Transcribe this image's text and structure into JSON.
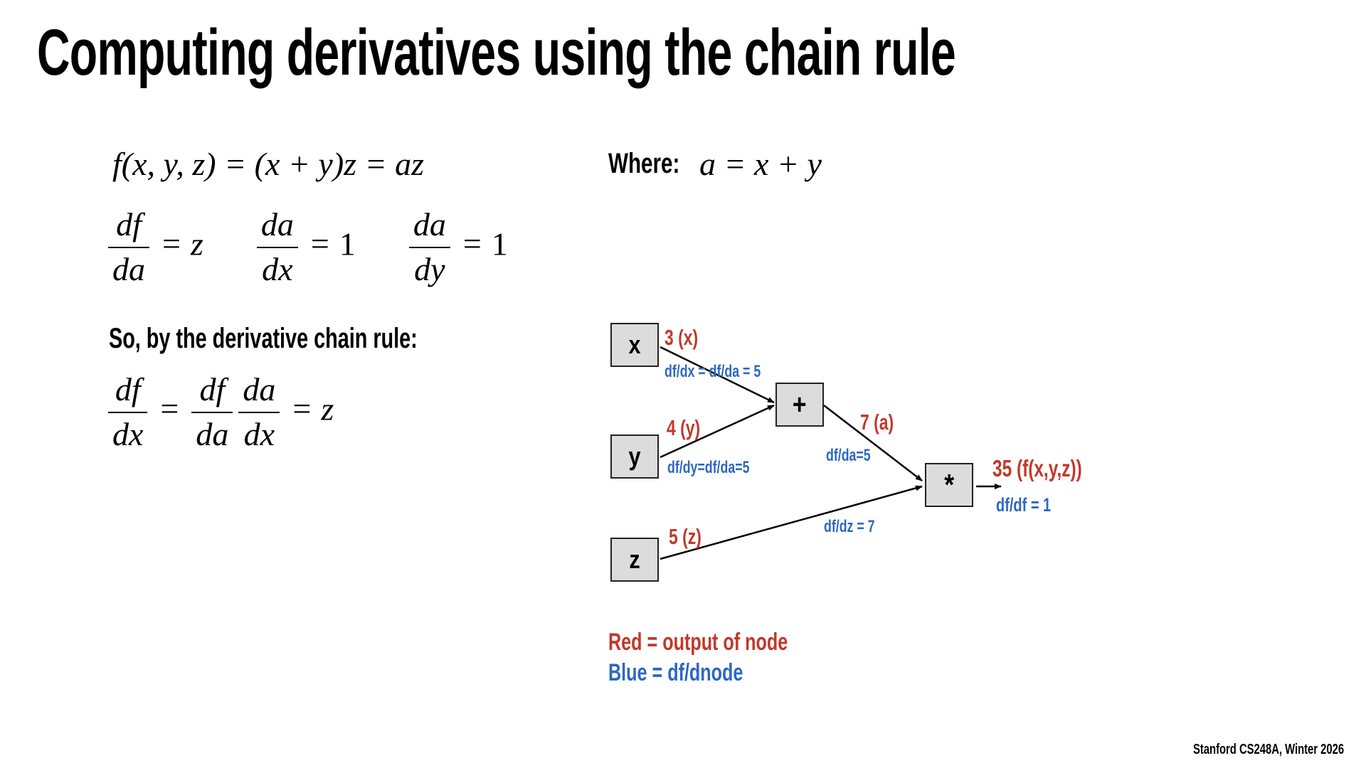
{
  "slide": {
    "title": "Computing derivatives using the chain rule",
    "footer": "Stanford CS248A, Winter 2026"
  },
  "equations": {
    "function_def": "f(x, y, z) = (x + y)z = az",
    "where_label": "Where:",
    "where_eq": "a = x + y",
    "partials": [
      {
        "num": "df",
        "den": "da",
        "rhs": "z"
      },
      {
        "num": "da",
        "den": "dx",
        "rhs": "1"
      },
      {
        "num": "da",
        "den": "dy",
        "rhs": "1"
      }
    ],
    "chain_rule_label": "So, by the derivative chain rule:",
    "chain_rule": {
      "lhs": {
        "num": "df",
        "den": "dx"
      },
      "factors": [
        {
          "num": "df",
          "den": "da"
        },
        {
          "num": "da",
          "den": "dx"
        }
      ],
      "rhs": "z"
    }
  },
  "graph": {
    "nodes": [
      {
        "id": "x",
        "label": "x"
      },
      {
        "id": "y",
        "label": "y"
      },
      {
        "id": "z",
        "label": "z"
      },
      {
        "id": "plus",
        "label": "+"
      },
      {
        "id": "mul",
        "label": "*"
      }
    ],
    "edges": [
      {
        "from": "x",
        "to": "plus",
        "value": "3 (x)",
        "grad": "df/dx = df/da = 5"
      },
      {
        "from": "y",
        "to": "plus",
        "value": "4 (y)",
        "grad": "df/dy=df/da=5"
      },
      {
        "from": "plus",
        "to": "mul",
        "value": "7 (a)",
        "grad": "df/da=5"
      },
      {
        "from": "z",
        "to": "mul",
        "value": "5 (z)",
        "grad": "df/dz = 7"
      },
      {
        "from": "mul",
        "to": "output",
        "value": "35 (f(x,y,z))",
        "grad": "df/df = 1"
      }
    ],
    "colors": {
      "value": "#c0392b",
      "grad": "#2d68c0",
      "node_fill": "#dcdcdc",
      "node_border": "#222222"
    }
  },
  "legend": {
    "red": "Red = output of node",
    "blue": "Blue = df/dnode"
  }
}
